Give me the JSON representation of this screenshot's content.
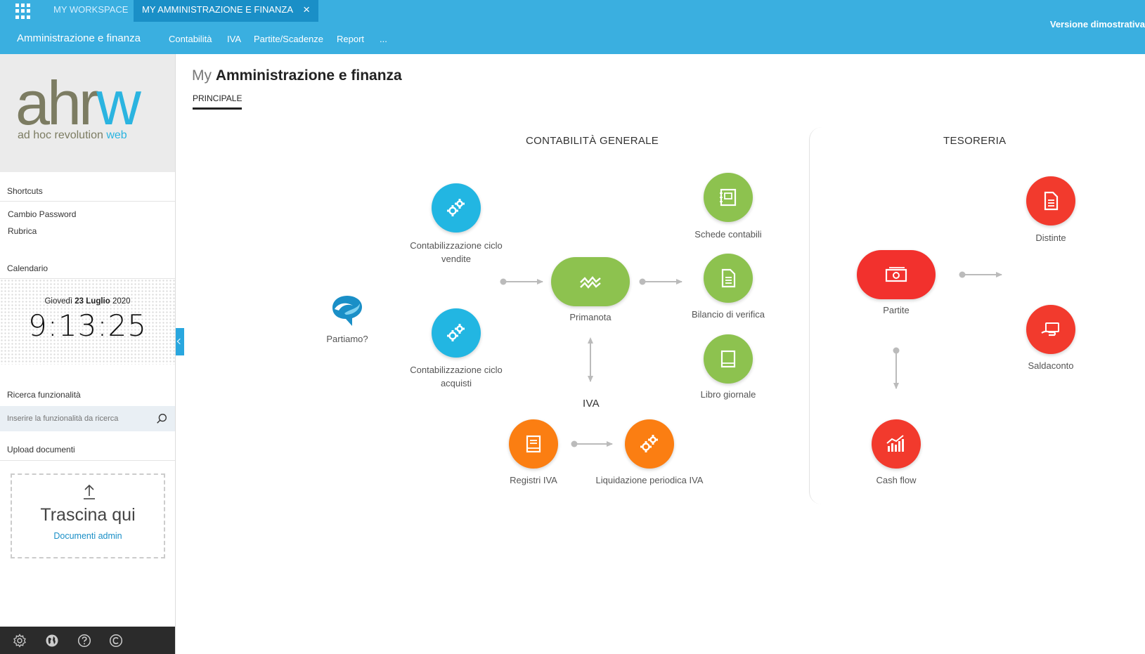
{
  "topbar": {
    "tabs": [
      {
        "label": "MY WORKSPACE",
        "active": false
      },
      {
        "label": "MY AMMINISTRAZIONE E FINANZA",
        "active": true
      }
    ],
    "close_icon": "×",
    "demo_label": "Versione dimostrativa",
    "app_title": "Amministrazione e finanza",
    "menu": [
      "Contabilità",
      "IVA",
      "Partite/Scadenze",
      "Report",
      "..."
    ],
    "colors": {
      "bar": "#3aafe0",
      "active_tab": "#1a8fc7"
    }
  },
  "sidebar": {
    "logo": {
      "main_part1": "ahr",
      "main_part2": "w",
      "sub_part1": "ad hoc revolution ",
      "sub_part2": "web"
    },
    "shortcuts": {
      "title": "Shortcuts",
      "items": [
        "Cambio Password",
        "Rubrica"
      ]
    },
    "calendar": {
      "title": "Calendario",
      "date_prefix": "Giovedì ",
      "date_day": "23 Luglio",
      "date_year": " 2020",
      "time": "9:13:25"
    },
    "search": {
      "title": "Ricerca funzionalità",
      "placeholder": "Inserire la funzionalità da ricerca"
    },
    "upload": {
      "title": "Upload documenti",
      "drop_text": "Trascina qui",
      "link": "Documenti admin"
    },
    "footer_icons": [
      "gear-icon",
      "globe-icon",
      "help-icon",
      "copyright-icon"
    ]
  },
  "main": {
    "title_prefix": "My ",
    "title": "Amministrazione e finanza",
    "tab": "PRINCIPALE",
    "sections": {
      "contabilita": "CONTABILITÀ GENERALE",
      "iva": "IVA",
      "tesoreria": "TESORERIA"
    },
    "nodes": {
      "partiamo": "Partiamo?",
      "vendite": "Contabilizzazione ciclo vendite",
      "acquisti": "Contabilizzazione ciclo acquisti",
      "primanota": "Primanota",
      "schede": "Schede contabili",
      "bilancio": "Bilancio di verifica",
      "libro": "Libro giornale",
      "registri": "Registri IVA",
      "liquidazione": "Liquidazione periodica IVA",
      "partite": "Partite",
      "distinte": "Distinte",
      "saldaconto": "Saldaconto",
      "cashflow": "Cash flow"
    },
    "colors": {
      "blue": "#22b6e2",
      "green": "#8dc24f",
      "orange": "#fb7e12",
      "red": "#f2312d"
    }
  }
}
